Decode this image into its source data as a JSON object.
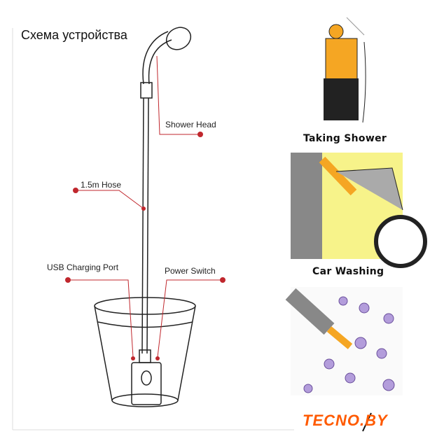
{
  "title": "Схема устройства",
  "labels": {
    "shower_head": "Shower Head",
    "hose": "1.5m Hose",
    "usb": "USB Charging Port",
    "power": "Power Switch"
  },
  "captions": {
    "shower": "Taking Shower",
    "car": "Car Washing"
  },
  "logo": "TECNO.BY",
  "colors": {
    "marker": "#c0272d",
    "logo": "#ff5a00",
    "accent": "#f5a623"
  }
}
